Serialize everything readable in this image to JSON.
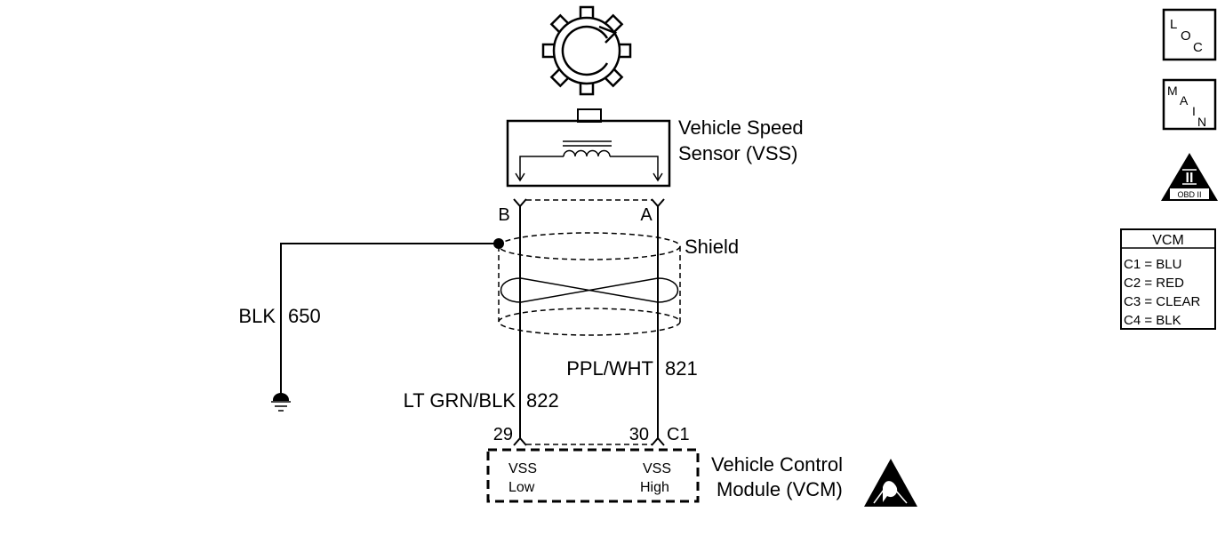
{
  "sensor": {
    "name_line1": "Vehicle Speed",
    "name_line2": "Sensor (VSS)"
  },
  "shield_label": "Shield",
  "sensor_pins": {
    "left": "B",
    "right": "A"
  },
  "ground_wire": {
    "color": "BLK",
    "circuit": "650"
  },
  "wire_right": {
    "color": "PPL/WHT",
    "circuit": "821"
  },
  "wire_left": {
    "color": "LT GRN/BLK",
    "circuit": "822"
  },
  "vcm_pins": {
    "left": "29",
    "right": "30",
    "connector": "C1"
  },
  "vcm_terminals": {
    "low_line1": "VSS",
    "low_line2": "Low",
    "high_line1": "VSS",
    "high_line2": "High"
  },
  "module": {
    "name_line1": "Vehicle Control",
    "name_line2": "Module (VCM)"
  },
  "side_icons": {
    "loc": {
      "l1": "L",
      "l2": "O",
      "l3": "C"
    },
    "main": {
      "l1": "M",
      "l2": "A",
      "l3": "I",
      "l4": "N"
    },
    "obd": {
      "numeral": "II",
      "caption": "OBD II"
    }
  },
  "connector_table": {
    "title": "VCM",
    "rows": [
      "C1 = BLU",
      "C2 = RED",
      "C3 = CLEAR",
      "C4 = BLK"
    ]
  }
}
